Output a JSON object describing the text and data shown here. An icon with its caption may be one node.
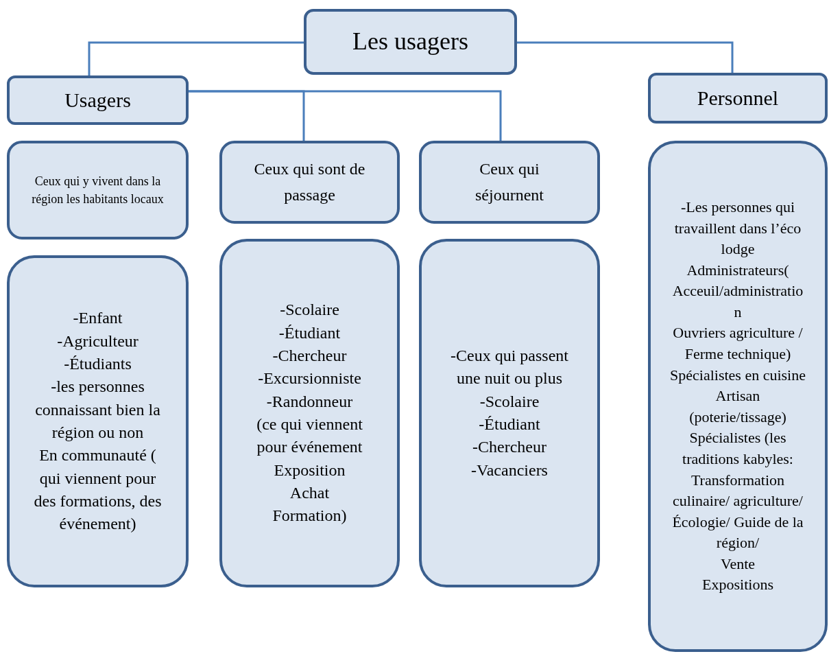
{
  "diagram": {
    "nodes": [
      {
        "text": [
          "Les usagers"
        ]
      },
      {
        "text": [
          "Usagers"
        ]
      },
      {
        "text": [
          "Personnel"
        ]
      },
      {
        "text": [
          "Ceux qui y vivent dans la région les habitants locaux"
        ]
      },
      {
        "text": [
          "Ceux qui sont de passage"
        ]
      },
      {
        "text": [
          "Ceux qui séjournent"
        ]
      },
      {
        "text": [
          "-Les personnes qui travaillent dans l’éco lodge",
          "Administrateurs( Acceuil/administration",
          "Ouvriers agriculture / Ferme technique)",
          "Spécialistes en cuisine",
          "Artisan (poterie/tissage)",
          "Spécialistes (les traditions kabyles: Transformation culinaire/ agriculture/ Écologie/ Guide de la région/",
          "Vente",
          "Expositions"
        ]
      },
      {
        "text": [
          "-Enfant",
          "-Agriculteur",
          "-Étudiants",
          "-les personnes connaissant bien la région ou non",
          "En communauté ( qui viennent pour des formations, des événement)"
        ]
      },
      {
        "text": [
          "-Scolaire",
          "-Étudiant",
          "-Chercheur",
          "-Excursionniste",
          "-Randonneur",
          "(ce qui viennent pour événement",
          "Exposition",
          "Achat",
          "Formation)"
        ]
      },
      {
        "text": [
          "-Ceux qui passent une nuit ou plus",
          "-Scolaire",
          "-Étudiant",
          "-Chercheur",
          "-Vacanciers"
        ]
      }
    ],
    "edges": [
      {
        "from": 0,
        "to": 1,
        "arrow": "none"
      },
      {
        "from": 0,
        "to": 2,
        "arrow": "none"
      },
      {
        "from": 1,
        "to": 4,
        "arrow": "none"
      },
      {
        "from": 1,
        "to": 5,
        "arrow": "none"
      }
    ]
  }
}
